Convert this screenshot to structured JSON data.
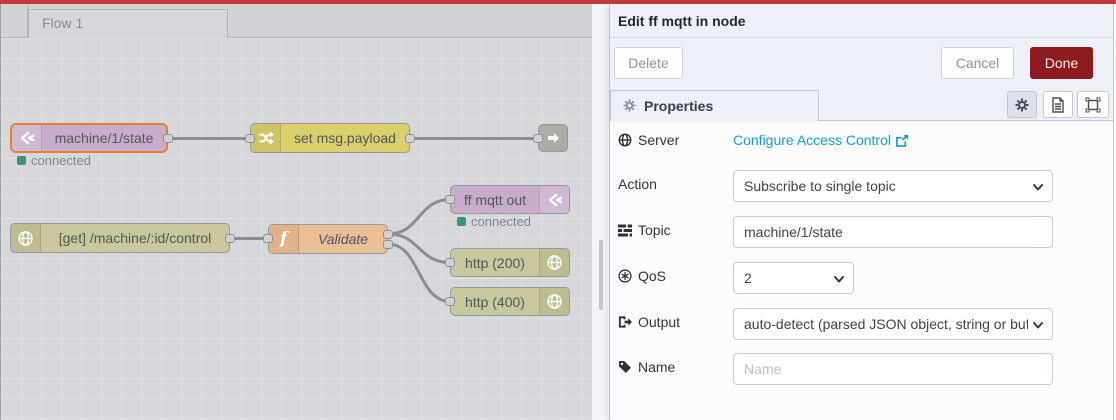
{
  "colors": {
    "topbar_red": "#c43a3a",
    "done_red": "#8c1a1e",
    "link_blue": "#189bd7",
    "status_green": "#3e9376",
    "selection_orange": "#e0832f"
  },
  "flow": {
    "tab_label": "Flow 1",
    "nodes": {
      "mqtt_in": {
        "label": "machine/1/state",
        "status": "connected"
      },
      "change": {
        "label": "set msg.payload"
      },
      "http_in": {
        "label": "[get] /machine/:id/control"
      },
      "function": {
        "label": "Validate"
      },
      "mqtt_out": {
        "label": "ff mqtt out",
        "status": "connected"
      },
      "http_response_200": {
        "label": "http (200)"
      },
      "http_response_400": {
        "label": "http (400)"
      }
    }
  },
  "tray": {
    "title": "Edit ff mqtt in node",
    "delete_label": "Delete",
    "cancel_label": "Cancel",
    "done_label": "Done",
    "tab_label": "Properties",
    "fields": {
      "server": {
        "label": "Server",
        "link_text": "Configure Access Control"
      },
      "action": {
        "label": "Action",
        "value": "Subscribe to single topic"
      },
      "topic": {
        "label": "Topic",
        "value": "machine/1/state"
      },
      "qos": {
        "label": "QoS",
        "value": "2"
      },
      "output": {
        "label": "Output",
        "value": "auto-detect (parsed JSON object, string or buffer)"
      },
      "name": {
        "label": "Name",
        "placeholder": "Name"
      }
    }
  },
  "icons": {
    "mqtt-node-icon": "double-chevron-bridge",
    "change-node-icon": "shuffle-arrows",
    "debug-node-icon": "arrow-right",
    "http-node-icon": "globe",
    "function-node-icon": "italic-f",
    "server-icon": "globe",
    "topic-icon": "tasks-list",
    "qos-icon": "circled-asterisk",
    "output-icon": "sign-out-arrow",
    "name-icon": "tag",
    "properties-icon": "gear",
    "description-icon": "document",
    "appearance-icon": "selection-box",
    "external-link-icon": "box-arrow",
    "select-chevron": "chevron-down"
  }
}
